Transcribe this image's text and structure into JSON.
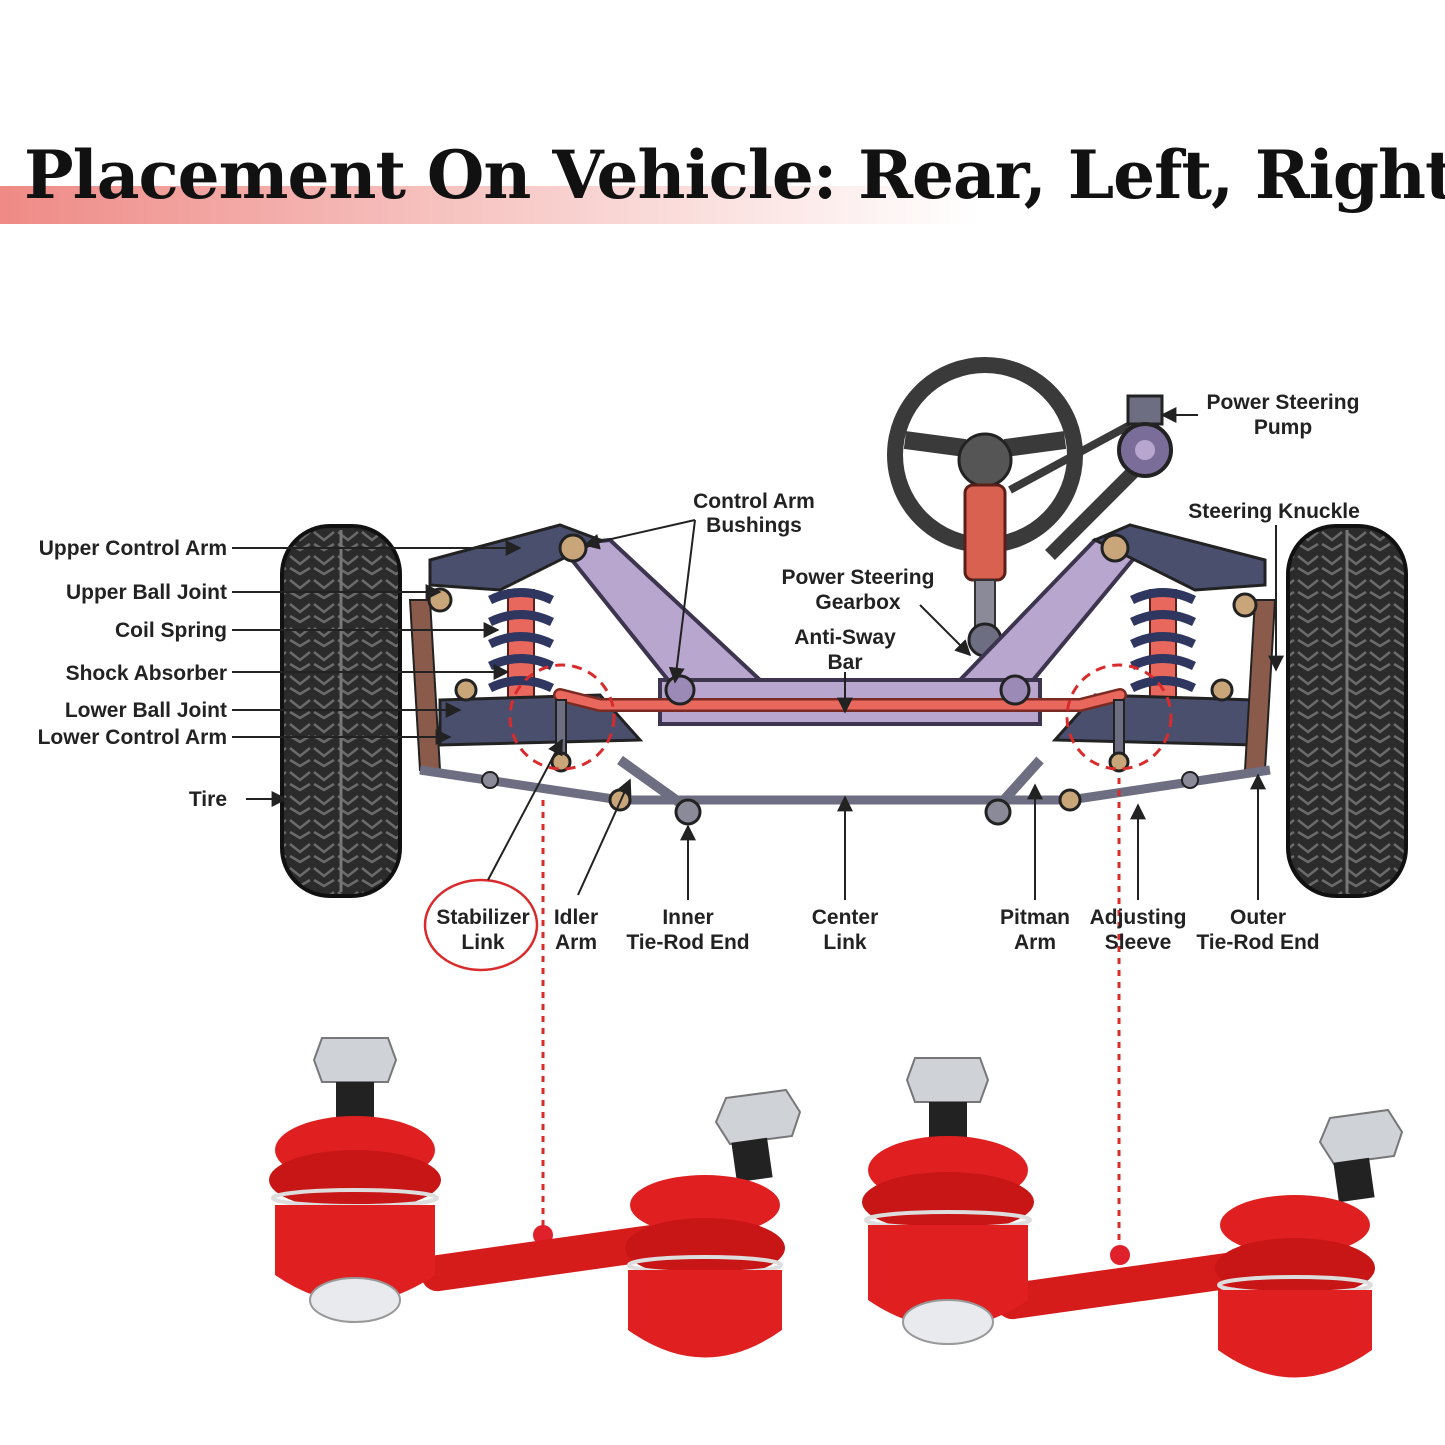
{
  "title": "Placement On Vehicle: Rear, Left, Right",
  "labels": {
    "upper_control_arm": "Upper Control Arm",
    "upper_ball_joint": "Upper Ball Joint",
    "coil_spring": "Coil Spring",
    "shock_absorber": "Shock Absorber",
    "lower_ball_joint": "Lower Ball Joint",
    "lower_control_arm": "Lower Control Arm",
    "tire": "Tire",
    "control_arm_bushings": [
      "Control Arm",
      "Bushings"
    ],
    "power_steering_gearbox": [
      "Power Steering",
      "Gearbox"
    ],
    "anti_sway_bar": [
      "Anti-Sway",
      "Bar"
    ],
    "power_steering_pump": [
      "Power Steering",
      "Pump"
    ],
    "steering_knuckle": "Steering Knuckle",
    "stabilizer_link": [
      "Stabilizer",
      "Link"
    ],
    "idler_arm": [
      "Idler",
      "Arm"
    ],
    "inner_tie_rod_end": [
      "Inner",
      "Tie-Rod End"
    ],
    "center_link": [
      "Center",
      "Link"
    ],
    "pitman_arm": [
      "Pitman",
      "Arm"
    ],
    "adjusting_sleeve": [
      "Adjusting",
      "Sleeve"
    ],
    "outer_tie_rod_end": [
      "Outer",
      "Tie-Rod End"
    ]
  },
  "colors": {
    "frame": "#b8a6cf",
    "frame_stroke": "#3d3550",
    "arm": "#4b4f6e",
    "sway_bar": "#e8685e",
    "tire": "#2b2b2b",
    "accent": "#d92b2b",
    "link_red": "#e02020"
  }
}
